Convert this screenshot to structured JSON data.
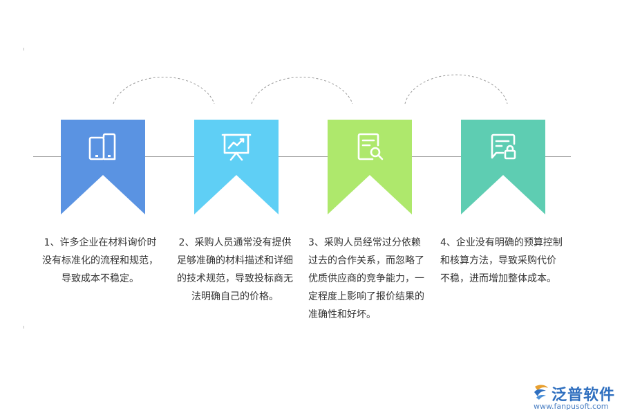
{
  "steps": [
    {
      "color": "#5a93e2",
      "icon": "tablet-icon",
      "lines": [
        "1、许多企业在材料询价时",
        "没有标准化的流程和规范，",
        "导致成本不稳定。"
      ]
    },
    {
      "color": "#5fcff5",
      "icon": "presentation-chart-icon",
      "lines": [
        "2、采购人员通常没有提供",
        "足够准确的材料描述和详细",
        "的技术规范，导致投标商无",
        "法明确自己的价格。"
      ]
    },
    {
      "color": "#aee86c",
      "icon": "document-search-icon",
      "lines": [
        "3、采购人员经常过分依赖",
        "过去的合作关系，而忽略了",
        "优质供应商的竞争能力，一",
        "定程度上影响了报价结果的",
        "准确性和好坏。"
      ]
    },
    {
      "color": "#5ecdb2",
      "icon": "message-lock-icon",
      "lines": [
        "4、企业没有明确的预算控制",
        "和核算方法，导致采购代价",
        "不稳，进而增加整体成本。"
      ]
    }
  ],
  "logo": {
    "name": "泛普软件",
    "url": "www.fanpusoft.com"
  }
}
